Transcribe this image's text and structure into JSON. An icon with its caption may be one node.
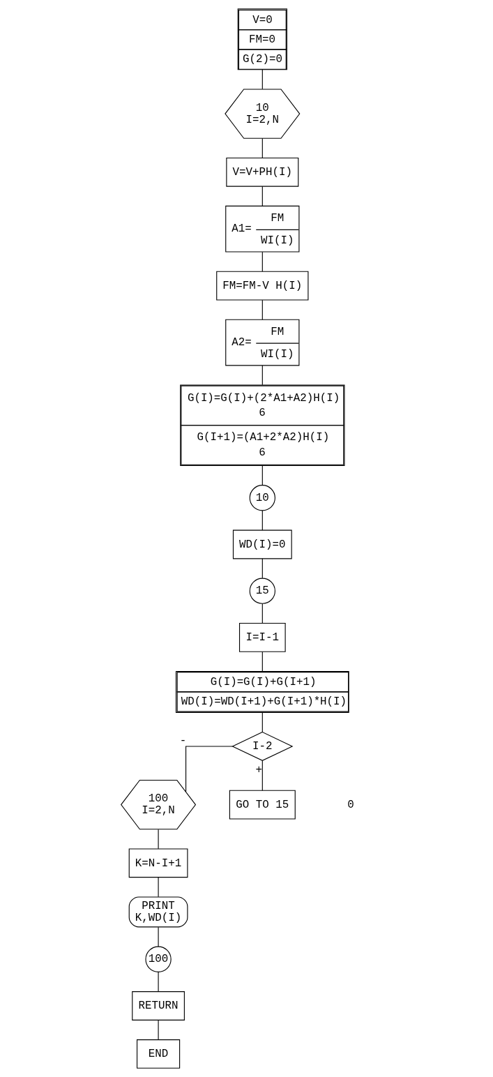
{
  "diagram": {
    "nodes": [
      {
        "text": [
          "V=0",
          "FM=0",
          "G(2)=0"
        ]
      },
      {
        "text": [
          "10",
          "I=2,N"
        ]
      },
      {
        "text": [
          "V=V+PH(I)"
        ]
      },
      {
        "text": [
          "A1=",
          "FM",
          "WI(I)"
        ]
      },
      {
        "text": [
          "FM=FM-V H(I)"
        ]
      },
      {
        "text": [
          "A2=",
          "FM",
          "WI(I)"
        ]
      },
      {
        "text": [
          "G(I)=G(I)+(2*A1+A2)H(I)",
          "6",
          "G(I+1)=(A1+2*A2)H(I)",
          "6"
        ]
      },
      {
        "text": [
          "10"
        ]
      },
      {
        "text": [
          "WD(I)=0"
        ]
      },
      {
        "text": [
          "15"
        ]
      },
      {
        "text": [
          "I=I-1"
        ]
      },
      {
        "text": [
          "G(I)=G(I)+G(I+1)",
          "WD(I)=WD(I+1)+G(I+1)*H(I)"
        ]
      },
      {
        "text": [
          "I-2"
        ]
      },
      {
        "text": [
          "100",
          "I=2,N"
        ]
      },
      {
        "text": [
          "GO TO 15"
        ]
      },
      {
        "text": [
          "K=N-I+1"
        ]
      },
      {
        "text": [
          "PRINT",
          "K,WD(I)"
        ]
      },
      {
        "text": [
          "100"
        ]
      },
      {
        "text": [
          "RETURN"
        ]
      },
      {
        "text": [
          "END"
        ]
      }
    ],
    "edges": [
      {
        "from": 0,
        "to": 1,
        "arrow": "none"
      },
      {
        "from": 1,
        "to": 2,
        "arrow": "none"
      },
      {
        "from": 2,
        "to": 3,
        "arrow": "none"
      },
      {
        "from": 3,
        "to": 4,
        "arrow": "none"
      },
      {
        "from": 4,
        "to": 5,
        "arrow": "none"
      },
      {
        "from": 5,
        "to": 6,
        "arrow": "none"
      },
      {
        "from": 6,
        "to": 7,
        "arrow": "none"
      },
      {
        "from": 7,
        "to": 8,
        "arrow": "none"
      },
      {
        "from": 8,
        "to": 9,
        "arrow": "none"
      },
      {
        "from": 9,
        "to": 10,
        "arrow": "none"
      },
      {
        "from": 10,
        "to": 11,
        "arrow": "none"
      },
      {
        "from": 11,
        "to": 12,
        "arrow": "none"
      },
      {
        "from": 12,
        "to": 13,
        "arrow": "none",
        "label": "-"
      },
      {
        "from": 12,
        "to": 14,
        "arrow": "none",
        "label": "+"
      },
      {
        "from": 13,
        "to": 15,
        "arrow": "none"
      },
      {
        "from": 15,
        "to": 16,
        "arrow": "none"
      },
      {
        "from": 16,
        "to": 17,
        "arrow": "none"
      },
      {
        "from": 17,
        "to": 18,
        "arrow": "none"
      },
      {
        "from": 18,
        "to": 19,
        "arrow": "none"
      }
    ],
    "labels": [
      "0"
    ]
  }
}
